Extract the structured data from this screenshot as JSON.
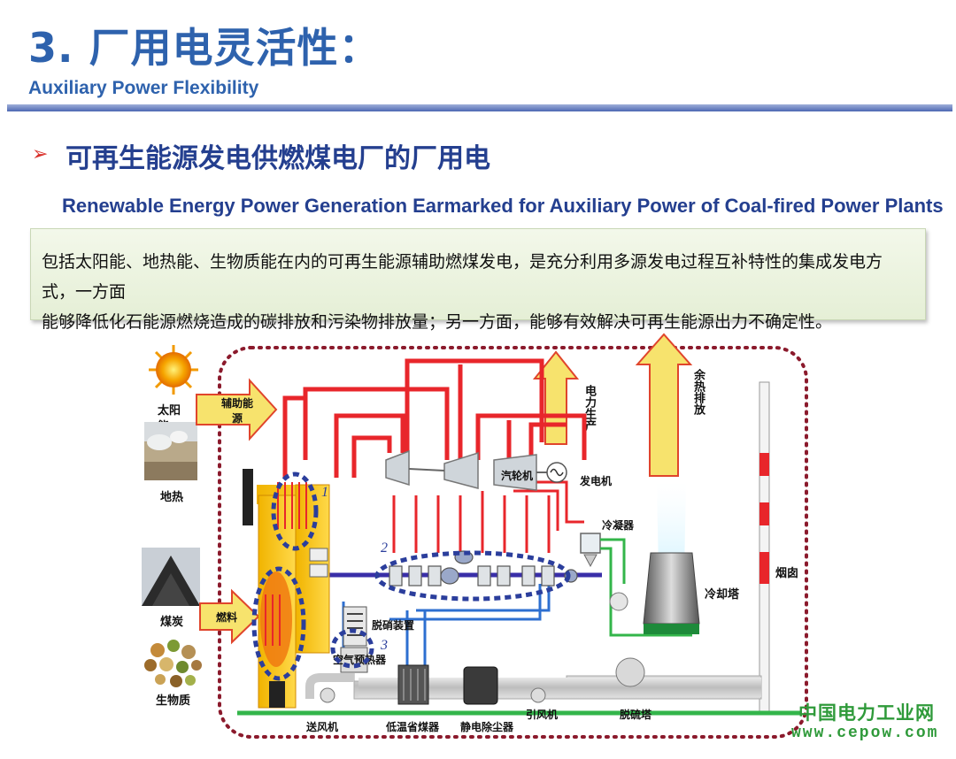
{
  "header": {
    "title_cn": "3. 厂用电灵活性：",
    "title_en": "Auxiliary Power Flexibility"
  },
  "section": {
    "bullet": "➢",
    "title_cn": "可再生能源发电供燃煤电厂的厂用电",
    "title_en": "Renewable Energy Power Generation Earmarked for Auxiliary Power of Coal-fired Power Plants"
  },
  "description": {
    "line1": "包括太阳能、地热能、生物质能在内的可再生能源辅助燃煤发电，是充分利用多源发电过程互补特性的集成发电方式，一方面",
    "line2": "能够降低化石能源燃烧造成的碳排放和污染物排放量；另一方面，能够有效解决可再生能源出力不确定性。"
  },
  "diagram": {
    "sources": {
      "solar_line1": "太阳",
      "solar_line2": "能",
      "geothermal": "地热",
      "coal": "煤炭",
      "biomass": "生物质"
    },
    "arrows": {
      "aux_energy_line1": "辅助能",
      "aux_energy_line2": "源",
      "fuel": "燃料",
      "power_production": "电力生产",
      "waste_heat": "余热排放"
    },
    "components": {
      "turbine": "汽轮机",
      "generator": "发电机",
      "condenser": "冷凝器",
      "cooling_tower": "冷却塔",
      "chimney": "烟囱",
      "denitration": "脱硝装置",
      "air_preheater": "空气预热器",
      "forced_fan": "送风机",
      "low_temp_economizer": "低温省煤器",
      "esp": "静电除尘器",
      "induced_fan": "引风机",
      "desulfurization": "脱硫塔"
    },
    "markers": {
      "m1": "1",
      "m2": "2",
      "m3": "3"
    }
  },
  "watermark": {
    "cn": "中国电力工业网",
    "url": "www.cepow.com"
  },
  "colors": {
    "title_blue": "#2e62ad",
    "steam_red": "#e8262b",
    "water_blue": "#2d3fb0",
    "flue_green": "#33b54a",
    "arrow_yellow": "#f7e36d",
    "boundary_red": "#8b1a2c"
  }
}
